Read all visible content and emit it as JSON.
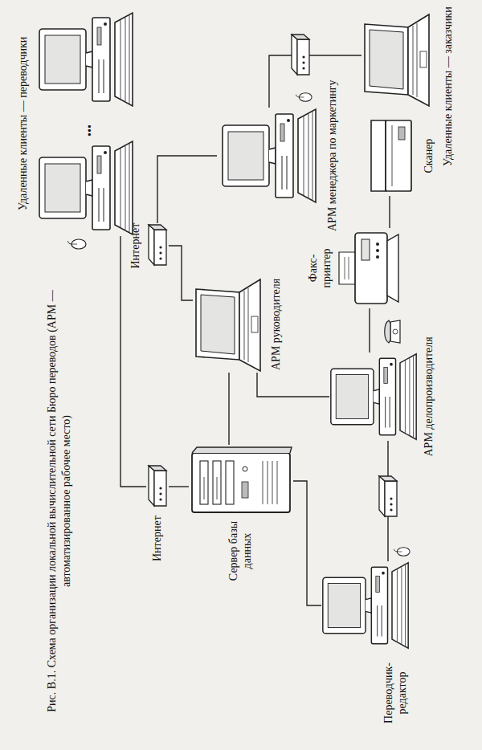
{
  "diagram": {
    "caption": "Рис. В.1. Схема организации локальной вычислительной сети Бюро переводов (АРМ — автоматизированное рабочее место)",
    "nodes": [
      {
        "text": [
          "Удаленные клиенты — переводчики"
        ]
      },
      {
        "text": [
          "Интернет"
        ]
      },
      {
        "text": [
          "Сервер базы данных"
        ]
      },
      {
        "text": [
          "Переводчик-редактор"
        ]
      },
      {
        "text": [
          "Интернет"
        ]
      },
      {
        "text": [
          "АРМ руководителя"
        ]
      },
      {
        "text": [
          "АРМ менеджера по маркетингу"
        ]
      },
      {
        "text": [
          "Удаленные клиенты — заказчики"
        ]
      },
      {
        "text": [
          "Факс-принтер"
        ]
      },
      {
        "text": [
          "Сканер"
        ]
      },
      {
        "text": [
          "АРМ делопроизводителя"
        ]
      }
    ],
    "edges": [
      {
        "from": 0,
        "to": 1,
        "arrow": "none"
      },
      {
        "from": 1,
        "to": 2,
        "arrow": "none"
      },
      {
        "from": 2,
        "to": 3,
        "arrow": "none"
      },
      {
        "from": 2,
        "to": 5,
        "arrow": "none"
      },
      {
        "from": 5,
        "to": 4,
        "arrow": "none"
      },
      {
        "from": 4,
        "to": 6,
        "arrow": "none"
      },
      {
        "from": 6,
        "to": 7,
        "arrow": "none"
      },
      {
        "from": 5,
        "to": 10,
        "arrow": "none"
      },
      {
        "from": 3,
        "to": 10,
        "arrow": "none"
      },
      {
        "from": 10,
        "to": 8,
        "arrow": "none"
      },
      {
        "from": 8,
        "to": 9,
        "arrow": "none"
      }
    ],
    "labels": [
      "..."
    ]
  }
}
